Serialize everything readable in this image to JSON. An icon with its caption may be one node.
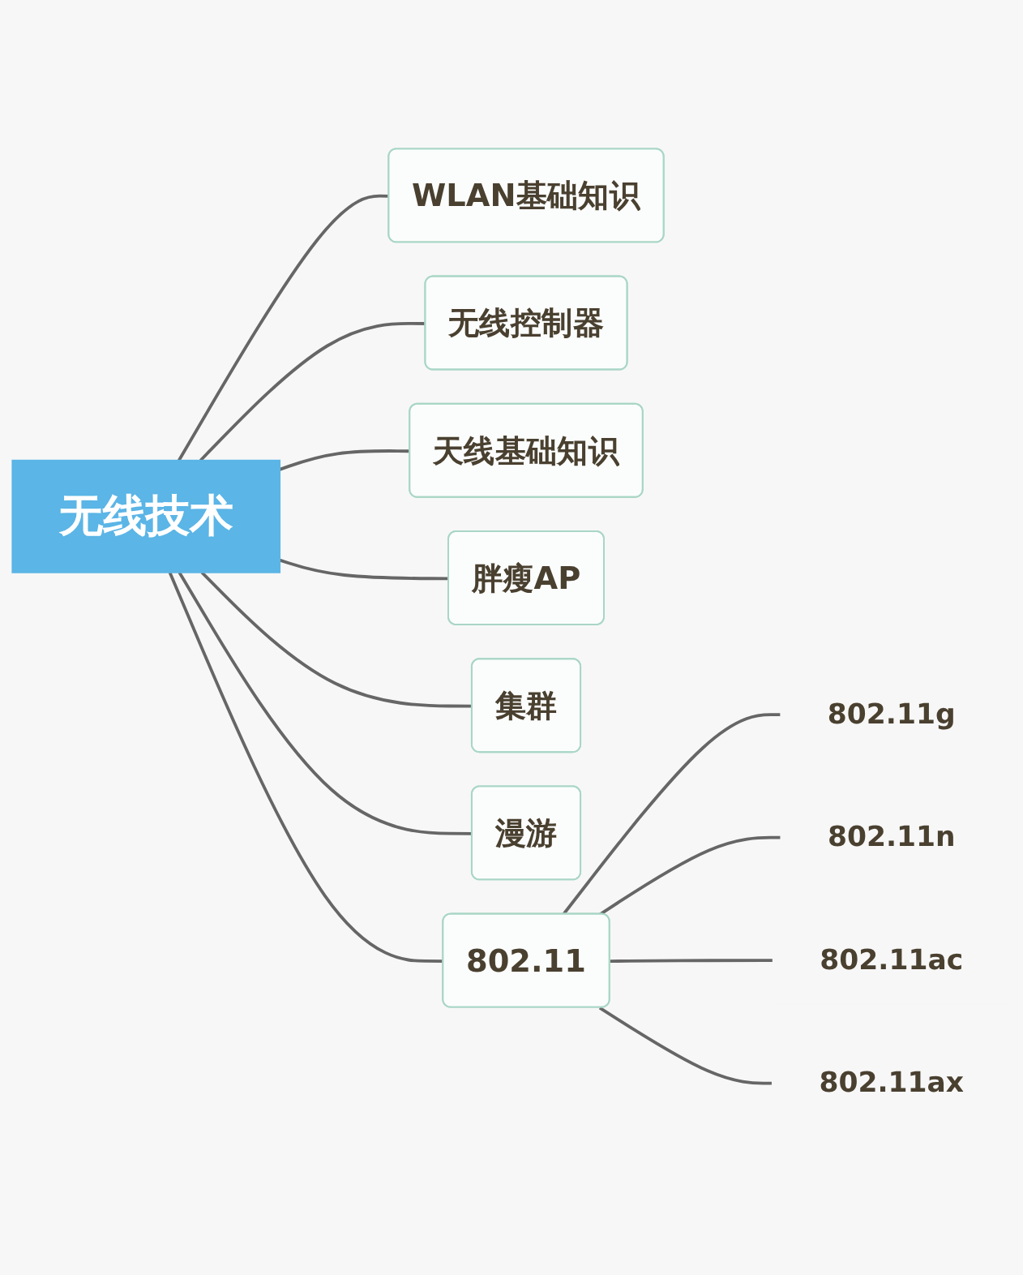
{
  "diagram": {
    "nodes": [
      {
        "text": [
          "无线技术"
        ]
      },
      {
        "text": [
          "WLAN基础知识"
        ]
      },
      {
        "text": [
          "无线控制器"
        ]
      },
      {
        "text": [
          "天线基础知识"
        ]
      },
      {
        "text": [
          "胖瘦AP"
        ]
      },
      {
        "text": [
          "集群"
        ]
      },
      {
        "text": [
          "漫游"
        ]
      },
      {
        "text": [
          "802.11"
        ]
      },
      {
        "text": [
          "802.11g"
        ]
      },
      {
        "text": [
          "802.11n"
        ]
      },
      {
        "text": [
          "802.11ac"
        ]
      },
      {
        "text": [
          "802.11ax"
        ]
      }
    ],
    "edges": [
      {
        "from": 0,
        "to": 1,
        "arrow": "none"
      },
      {
        "from": 0,
        "to": 2,
        "arrow": "none"
      },
      {
        "from": 0,
        "to": 3,
        "arrow": "none"
      },
      {
        "from": 0,
        "to": 4,
        "arrow": "none"
      },
      {
        "from": 0,
        "to": 5,
        "arrow": "none"
      },
      {
        "from": 0,
        "to": 6,
        "arrow": "none"
      },
      {
        "from": 0,
        "to": 7,
        "arrow": "none"
      },
      {
        "from": 7,
        "to": 8,
        "arrow": "none"
      },
      {
        "from": 7,
        "to": 9,
        "arrow": "none"
      },
      {
        "from": 7,
        "to": 10,
        "arrow": "none"
      },
      {
        "from": 7,
        "to": 11,
        "arrow": "none"
      }
    ]
  }
}
